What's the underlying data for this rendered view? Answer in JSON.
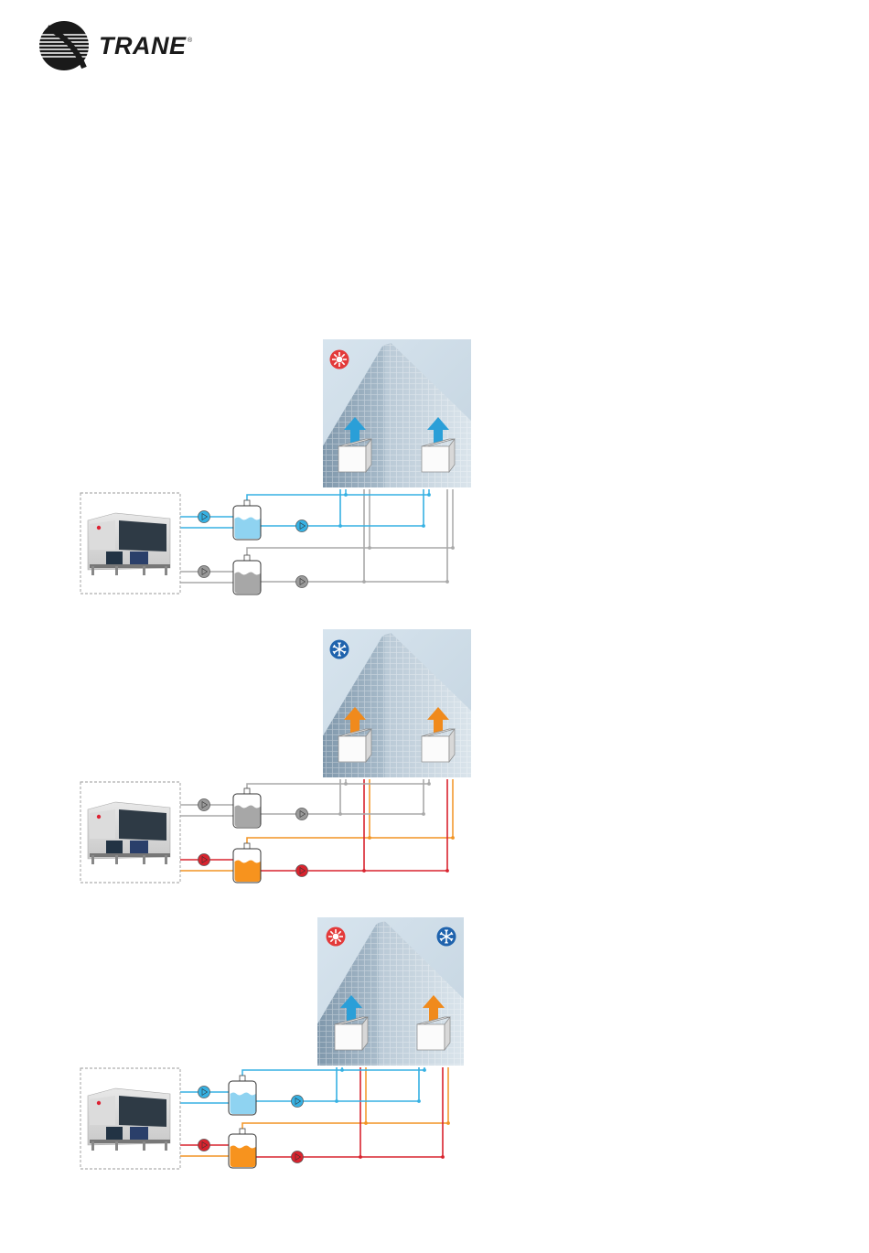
{
  "brand": {
    "wordmark": "TRANE",
    "registered": "®"
  },
  "colors": {
    "cold": "#36b1e3",
    "coldFill": "#8fd3f1",
    "hot": "#d9232e",
    "warm": "#f29423",
    "warmFill": "#f7931e",
    "idle": "#a9a9a9",
    "idleFill": "#a7a7a7"
  },
  "panels": [
    {
      "id": "cooling",
      "badges": [
        "sun-icon"
      ],
      "unitArrows": [
        "blue",
        "blue"
      ],
      "upperLoop": "cold",
      "lowerLoop": "idle",
      "upperPump": "blue",
      "lowerPump": "grey"
    },
    {
      "id": "heating",
      "badges": [
        "snowflake-icon"
      ],
      "unitArrows": [
        "orange",
        "orange"
      ],
      "upperLoop": "idle",
      "lowerLoop": "hot",
      "upperPump": "grey",
      "lowerPump": "red"
    },
    {
      "id": "simultaneous",
      "badges": [
        "sun-icon",
        "snowflake-icon"
      ],
      "unitArrows": [
        "blue",
        "orange"
      ],
      "upperLoop": "cold",
      "lowerLoop": "hot",
      "upperPump": "blue",
      "lowerPump": "red"
    }
  ]
}
